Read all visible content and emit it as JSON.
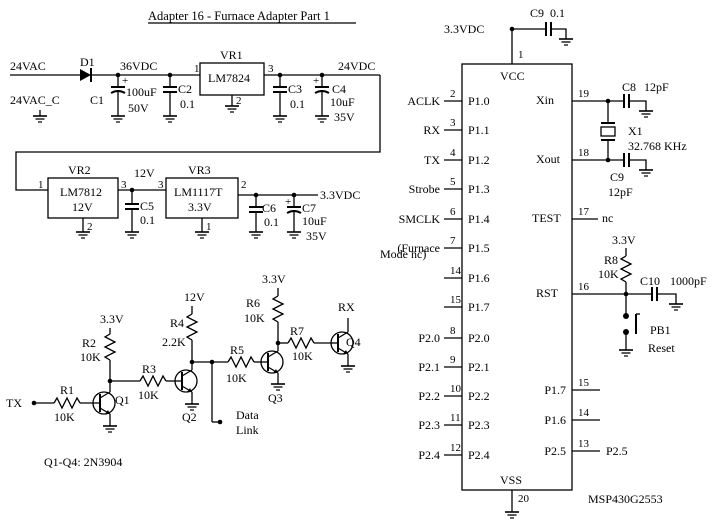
{
  "title": "Adapter 16 - Furnace Adapter Part 1",
  "power": {
    "in_ac": "24VAC",
    "in_ac_c": "24VAC_C",
    "d1": "D1",
    "v36": "36VDC",
    "c1": {
      "ref": "C1",
      "value": "100uF",
      "voltage": "50V"
    },
    "c2": {
      "ref": "C2",
      "value": "0.1"
    },
    "vr1": {
      "ref": "VR1",
      "part": "LM7824",
      "pin_in": "1",
      "pin_gnd": "2",
      "pin_out": "3"
    },
    "c3": {
      "ref": "C3",
      "value": "0.1"
    },
    "c4": {
      "ref": "C4",
      "value": "10uF",
      "voltage": "35V"
    },
    "v24": "24VDC",
    "vr2": {
      "ref": "VR2",
      "part": "LM7812",
      "volt": "12V",
      "pin_in": "1",
      "pin_gnd": "2",
      "pin_out": "3"
    },
    "v12": "12V",
    "c5": {
      "ref": "C5",
      "value": "0.1"
    },
    "vr3": {
      "ref": "VR3",
      "part": "LM1117T",
      "volt": "3.3V",
      "pin_in": "3",
      "pin_gnd": "1",
      "pin_out": "2"
    },
    "c6": {
      "ref": "C6",
      "value": "0.1"
    },
    "c7": {
      "ref": "C7",
      "value": "10uF",
      "voltage": "35V"
    },
    "v33": "3.3VDC"
  },
  "interface": {
    "v33a": "3.3V",
    "r2": {
      "ref": "R2",
      "value": "10K"
    },
    "r1": {
      "ref": "R1",
      "value": "10K"
    },
    "tx": "TX",
    "q1": "Q1",
    "r3": {
      "ref": "R3",
      "value": "10K"
    },
    "v12": "12V",
    "r4": {
      "ref": "R4",
      "value": "2.2K"
    },
    "q2": "Q2",
    "datalink": [
      "Data",
      "Link"
    ],
    "r5": {
      "ref": "R5",
      "value": "10K"
    },
    "v33b": "3.3V",
    "r6": {
      "ref": "R6",
      "value": "10K"
    },
    "q3": "Q3",
    "r7": {
      "ref": "R7",
      "value": "10K"
    },
    "rx": "RX",
    "q4": "Q4",
    "note": "Q1-Q4: 2N3904"
  },
  "mcu": {
    "supply": "3.3VDC",
    "c9top": {
      "ref": "C9",
      "value": "0.1"
    },
    "vcc": "VCC",
    "vcc_pin": "1",
    "vss": "VSS",
    "vss_pin": "20",
    "part": "MSP430G2553",
    "left_pins": [
      {
        "net": "ACLK",
        "num": "2",
        "name": "P1.0"
      },
      {
        "net": "RX",
        "num": "3",
        "name": "P1.1"
      },
      {
        "net": "TX",
        "num": "4",
        "name": "P1.2"
      },
      {
        "net": "Strobe",
        "num": "5",
        "name": "P1.3"
      },
      {
        "net": "SMCLK",
        "num": "6",
        "name": "P1.4"
      },
      {
        "net": "(Furnace",
        "num": "7",
        "name": "P1.5"
      },
      {
        "net": "",
        "num": "14",
        "name": "P1.6"
      },
      {
        "net": "",
        "num": "15",
        "name": "P1.7"
      },
      {
        "net": "P2.0",
        "num": "8",
        "name": "P2.0"
      },
      {
        "net": "P2.1",
        "num": "9",
        "name": "P2.1"
      },
      {
        "net": "P2.2",
        "num": "10",
        "name": "P2.2"
      },
      {
        "net": "P2.3",
        "num": "11",
        "name": "P2.3"
      },
      {
        "net": "P2.4",
        "num": "12",
        "name": "P2.4"
      }
    ],
    "mode_nc": "Mode nc)",
    "xin": {
      "num": "19",
      "name": "Xin"
    },
    "xout": {
      "num": "18",
      "name": "Xout"
    },
    "c8": {
      "ref": "C8",
      "value": "12pF"
    },
    "x1": {
      "ref": "X1",
      "value": "32.768 KHz"
    },
    "c9x": {
      "ref": "C9",
      "value": "12pF"
    },
    "test": {
      "num": "17",
      "name": "TEST",
      "conn": "nc"
    },
    "v33r": "3.3V",
    "r8": {
      "ref": "R8",
      "value": "10K"
    },
    "rst": {
      "num": "16",
      "name": "RST"
    },
    "c10": {
      "ref": "C10",
      "value": "1000pF"
    },
    "pb1": {
      "ref": "PB1",
      "label": "Reset"
    },
    "right_pins": [
      {
        "num": "15",
        "name": "P1.7",
        "net": ""
      },
      {
        "num": "14",
        "name": "P1.6",
        "net": ""
      },
      {
        "num": "13",
        "name": "P2.5",
        "net": "P2.5"
      }
    ]
  }
}
